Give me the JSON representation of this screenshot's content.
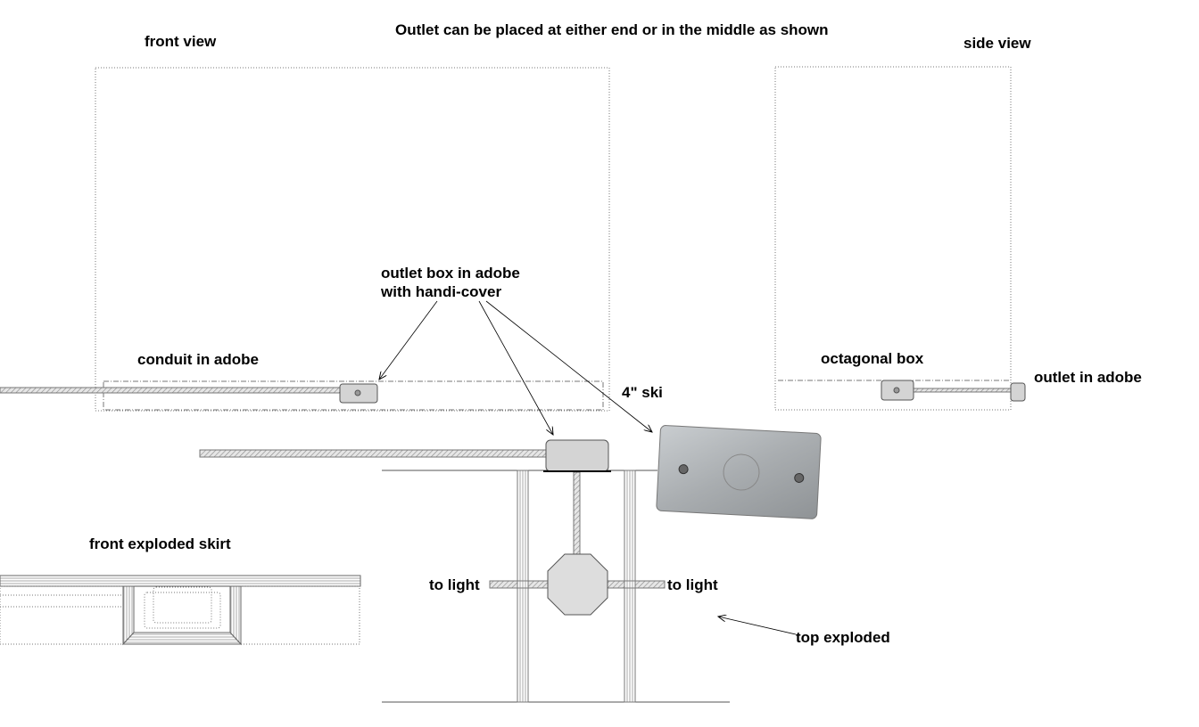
{
  "title": "Outlet can be placed at either end or in the middle as shown",
  "labels": {
    "front_view": "front view",
    "side_view": "side view",
    "outlet_box_line1": "outlet box in adobe",
    "outlet_box_line2": "with handi-cover",
    "conduit_in_adobe": "conduit in adobe",
    "skirt": "4\" ski",
    "octagonal_box": "octagonal box",
    "outlet_in_adobe": "outlet in adobe",
    "front_exploded_skirt": "front exploded skirt",
    "to_light_left": "to light",
    "to_light_right": "to light",
    "top_exploded": "top exploded"
  },
  "colors": {
    "box_fill": "#d4d4d4",
    "line": "#555555",
    "plate": "#b8bcc0"
  }
}
